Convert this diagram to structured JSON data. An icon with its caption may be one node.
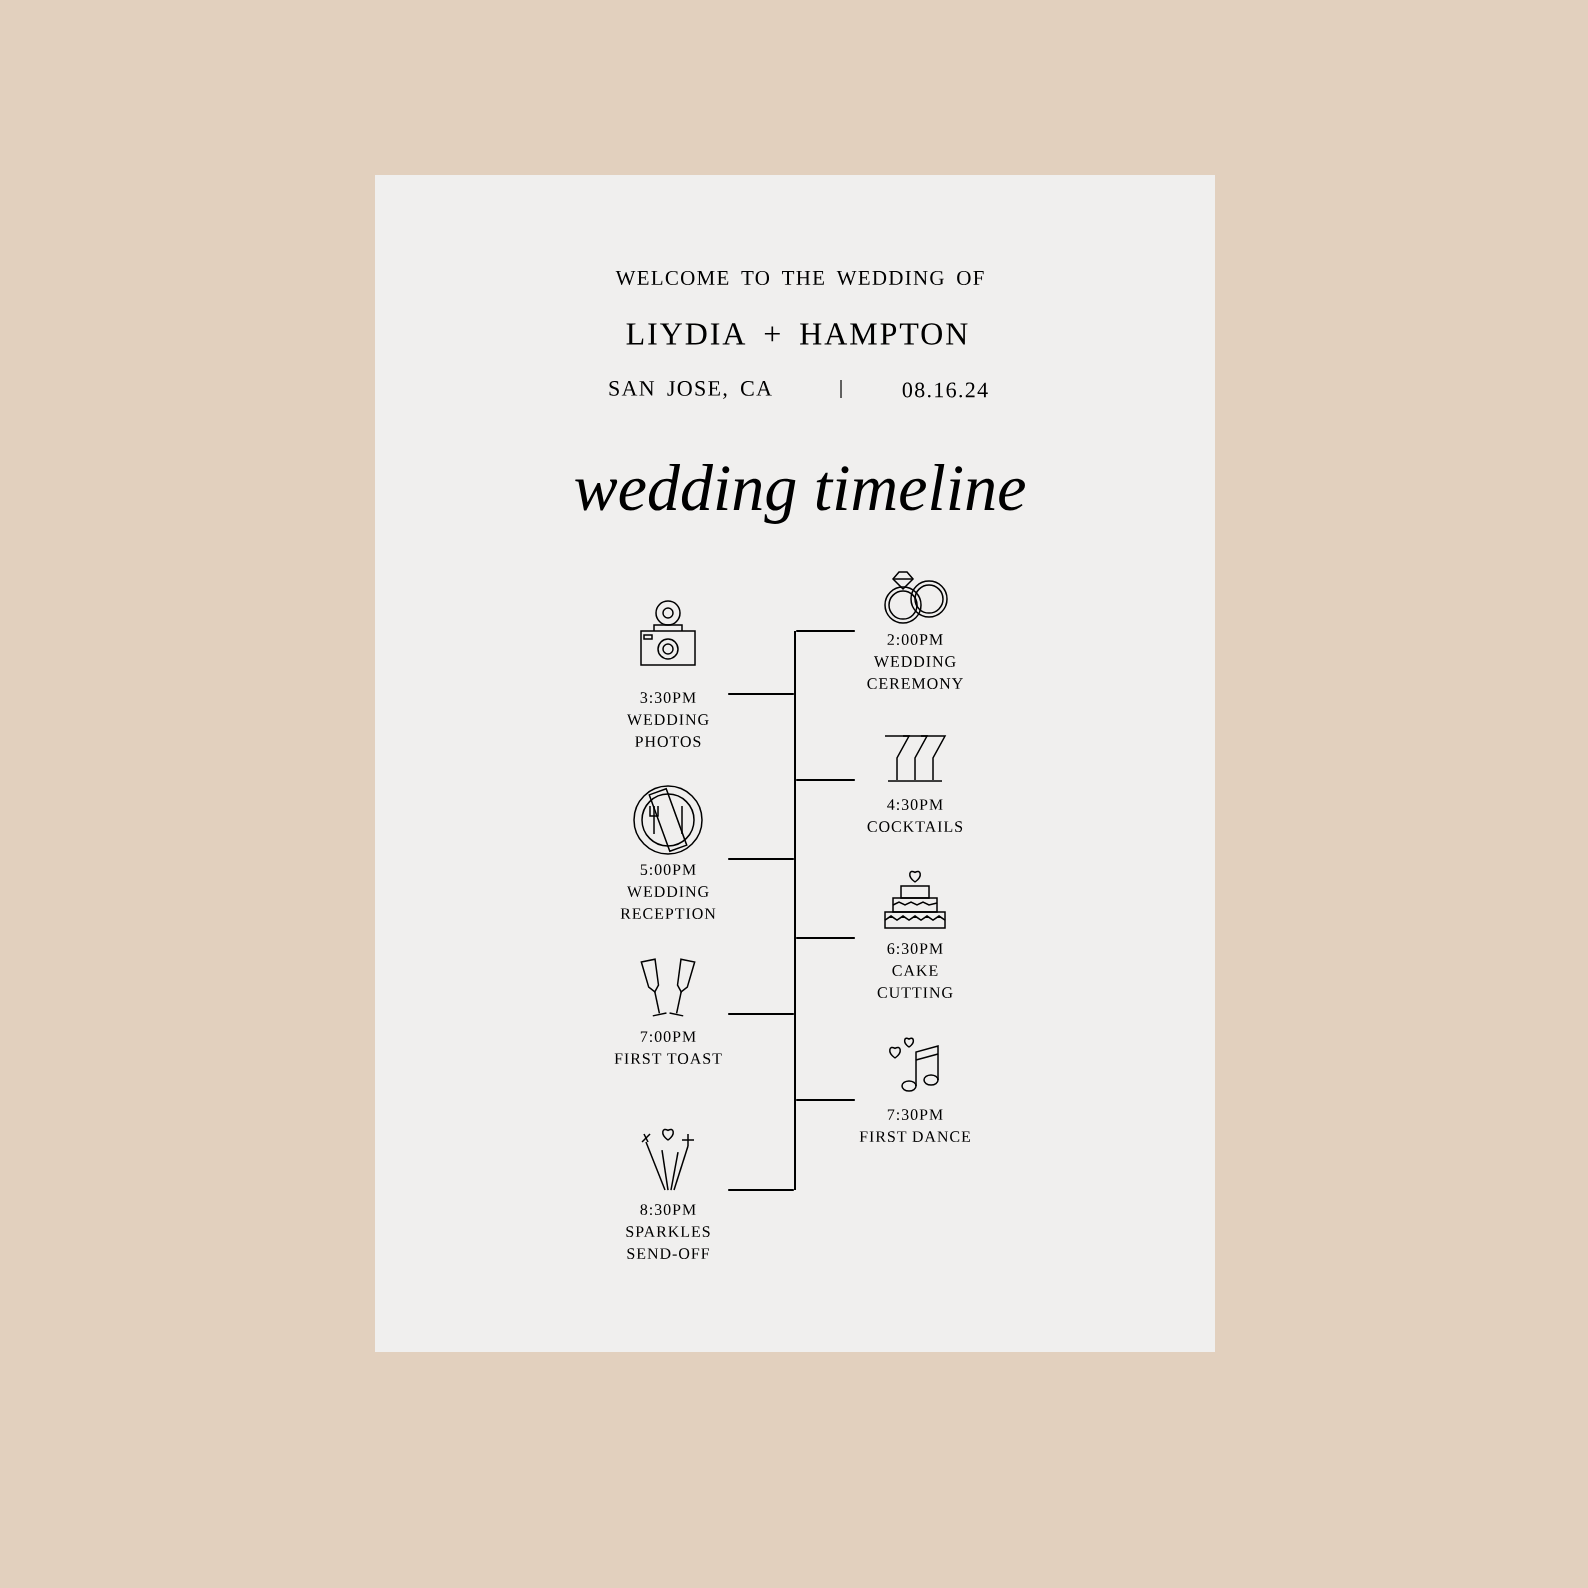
{
  "diagram": {
    "title": "wedding timeline",
    "nodes": [
      {
        "text": [
          "2:00PM",
          "WEDDING CEREMONY"
        ]
      },
      {
        "text": [
          "3:30PM",
          "WEDDING PHOTOS"
        ]
      },
      {
        "text": [
          "4:30PM",
          "COCKTAILS"
        ]
      },
      {
        "text": [
          "5:00PM",
          "WEDDING RECEPTION"
        ]
      },
      {
        "text": [
          "6:30PM",
          "CAKE CUTTING"
        ]
      },
      {
        "text": [
          "7:00PM",
          "FIRST TOAST"
        ]
      },
      {
        "text": [
          "7:30PM",
          "FIRST DANCE"
        ]
      },
      {
        "text": [
          "8:30PM",
          "SPARKLES SEND-OFF"
        ]
      },
      {
        "text": [],
        "shape": "bar"
      }
    ],
    "edges": [
      {
        "from": 0,
        "to": 8,
        "arrow": "none"
      },
      {
        "from": 1,
        "to": 8,
        "arrow": "none"
      },
      {
        "from": 2,
        "to": 8,
        "arrow": "none"
      },
      {
        "from": 3,
        "to": 8,
        "arrow": "none"
      },
      {
        "from": 4,
        "to": 8,
        "arrow": "none"
      },
      {
        "from": 5,
        "to": 8,
        "arrow": "none"
      },
      {
        "from": 6,
        "to": 8,
        "arrow": "none"
      },
      {
        "from": 7,
        "to": 8,
        "arrow": "none"
      }
    ],
    "labels": [
      "WELCOME TO THE WEDDING OF",
      "LIYDIA + HAMPTON",
      "SAN JOSE, CA",
      "08.16.24"
    ]
  }
}
